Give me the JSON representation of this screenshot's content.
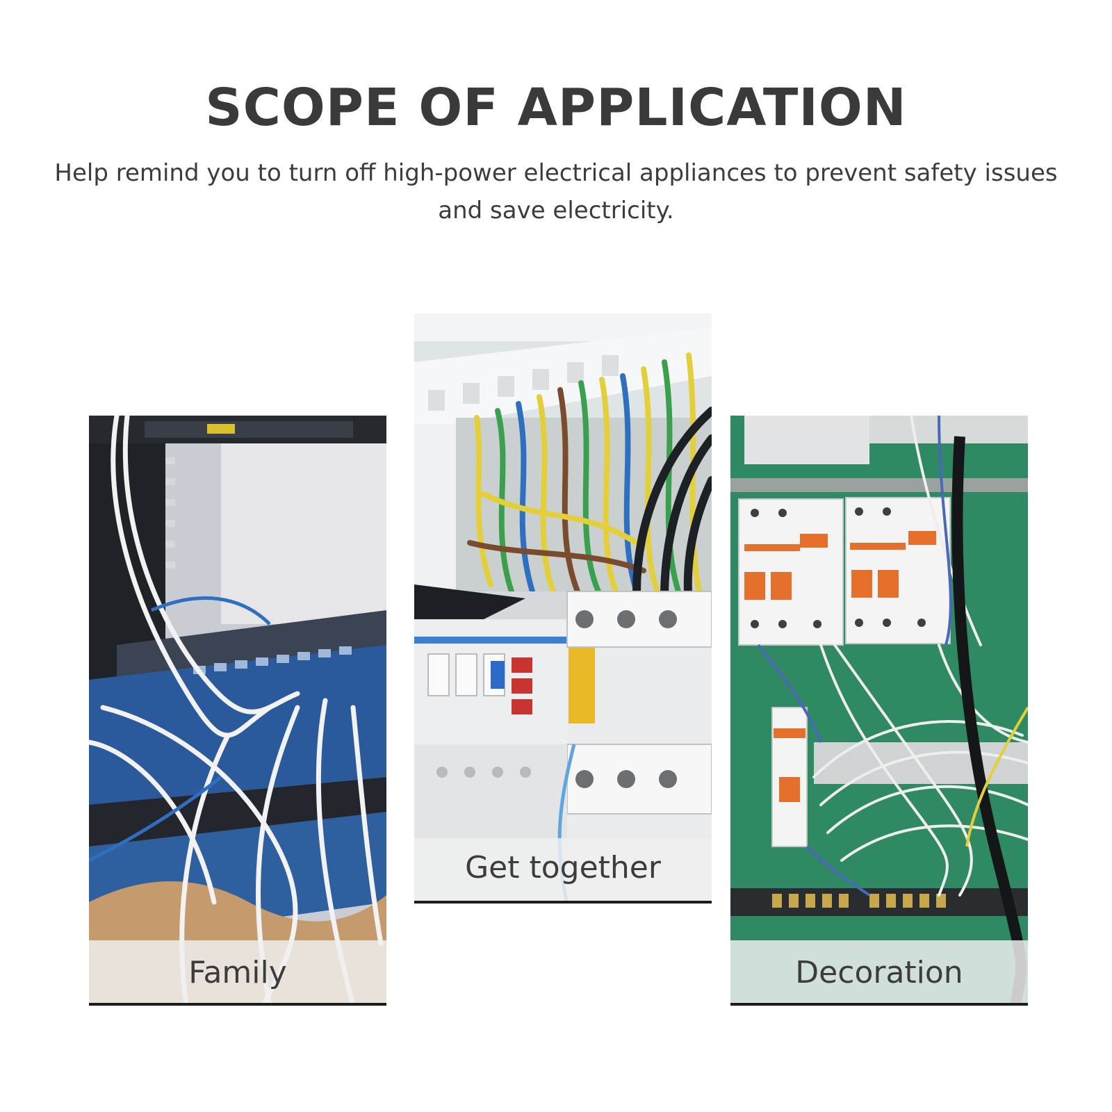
{
  "header": {
    "title": "SCOPE OF APPLICATION",
    "subtitle": "Help remind you to turn off high-power electrical appliances to prevent safety issues and save electricity."
  },
  "panels": {
    "left": {
      "caption": "Family",
      "image": "network-switch-cabling-photo"
    },
    "center": {
      "caption": "Get together",
      "image": "distribution-panel-wiring-photo"
    },
    "right": {
      "caption": "Decoration",
      "image": "circuit-breaker-box-photo"
    }
  },
  "colors": {
    "title": "#3a3a3a",
    "text": "#3c3c3c",
    "panel_green": "#2f8a63",
    "switch_blue": "#2b5a9c",
    "breaker_orange": "#e4702c"
  }
}
